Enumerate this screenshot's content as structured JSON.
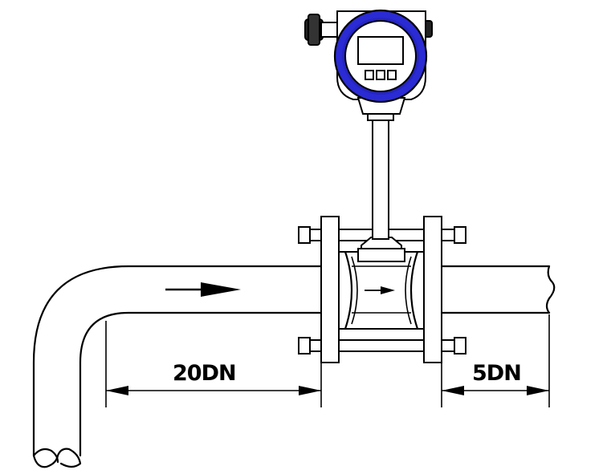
{
  "dimensions": {
    "upstream_label": "20DN",
    "downstream_label": "5DN"
  },
  "colors": {
    "line": "#000000",
    "background": "#ffffff",
    "display_ring": "#2b2bd4",
    "display_ring_dark": "#1a1aa0"
  },
  "icons": {
    "flow_arrow": "right-arrow",
    "display_buttons": [
      "button",
      "button",
      "button"
    ]
  }
}
